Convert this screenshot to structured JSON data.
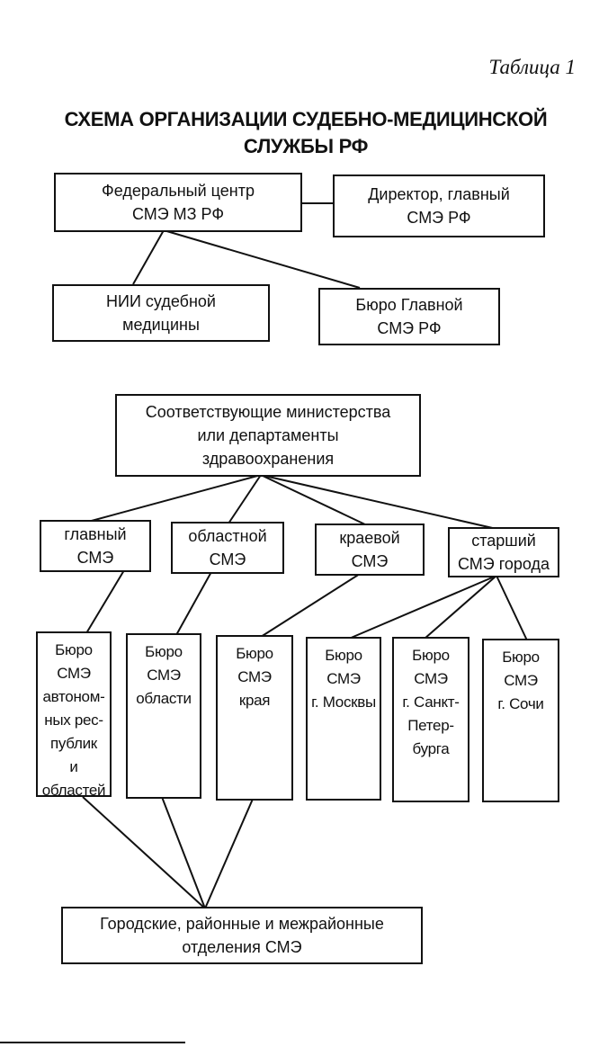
{
  "header": {
    "table_label": "Таблица 1",
    "title_line1": "СХЕМА ОРГАНИЗАЦИИ СУДЕБНО-МЕДИЦИНСКОЙ",
    "title_line2": "СЛУЖБЫ РФ"
  },
  "federal": {
    "center": "Федеральный центр\nСМЭ МЗ РФ",
    "director": "Директор, главный\nСМЭ РФ",
    "institute": "НИИ судебной\nмедицины",
    "main_bureau": "Бюро Главной\nСМЭ РФ"
  },
  "regional": {
    "ministries": "Соответствующие министерства\nили департаменты\nздравоохранения",
    "experts": [
      "главный\nСМЭ",
      "областной\nСМЭ",
      "краевой\nСМЭ",
      "старший\nСМЭ города"
    ],
    "bureaus": [
      "Бюро\nСМЭ\nавтоном-\nных рес-\nпублик\nи\nобластей",
      "Бюро\nСМЭ\nобласти",
      "Бюро\nСМЭ\nкрая",
      "Бюро\nСМЭ\nг. Москвы",
      "Бюро\nСМЭ\nг. Санкт-\nПетер-\nбурга",
      "Бюро\nСМЭ\nг. Сочи"
    ],
    "departments": "Городские, районные и межрайонные\nотделения СМЭ"
  }
}
